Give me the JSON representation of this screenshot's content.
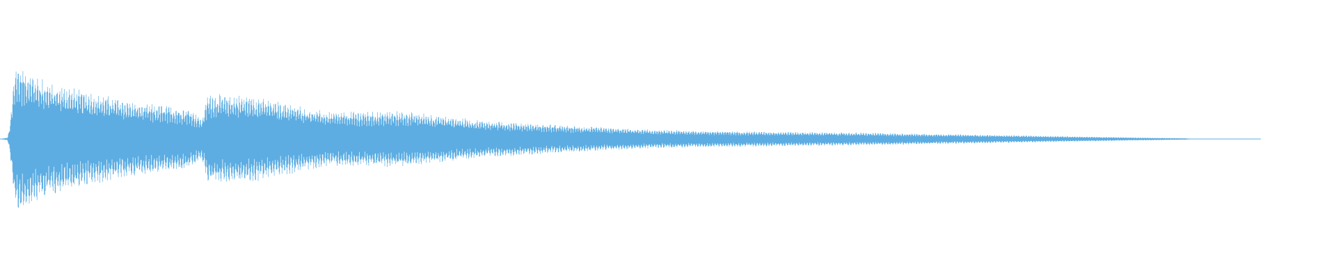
{
  "waveform": {
    "color": "#5dade2",
    "background": "#ffffff",
    "envelope_note": "",
    "amplitude_envelope": [
      {
        "t": 0.0,
        "a": 0.0
      },
      {
        "t": 0.006,
        "a": 0.02
      },
      {
        "t": 0.008,
        "a": 0.2
      },
      {
        "t": 0.012,
        "a": 1.0
      },
      {
        "t": 0.02,
        "a": 0.93
      },
      {
        "t": 0.04,
        "a": 0.74
      },
      {
        "t": 0.07,
        "a": 0.62
      },
      {
        "t": 0.11,
        "a": 0.48
      },
      {
        "t": 0.15,
        "a": 0.41
      },
      {
        "t": 0.16,
        "a": 0.27
      },
      {
        "t": 0.165,
        "a": 0.6
      },
      {
        "t": 0.2,
        "a": 0.57
      },
      {
        "t": 0.26,
        "a": 0.36
      },
      {
        "t": 0.32,
        "a": 0.37
      },
      {
        "t": 0.38,
        "a": 0.25
      },
      {
        "t": 0.45,
        "a": 0.18
      },
      {
        "t": 0.52,
        "a": 0.12
      },
      {
        "t": 0.6,
        "a": 0.1
      },
      {
        "t": 0.7,
        "a": 0.08
      },
      {
        "t": 0.8,
        "a": 0.05
      },
      {
        "t": 0.9,
        "a": 0.02
      },
      {
        "t": 0.94,
        "a": 0.01
      },
      {
        "t": 0.948,
        "a": 0.0
      },
      {
        "t": 1.0,
        "a": 0.0
      }
    ]
  }
}
